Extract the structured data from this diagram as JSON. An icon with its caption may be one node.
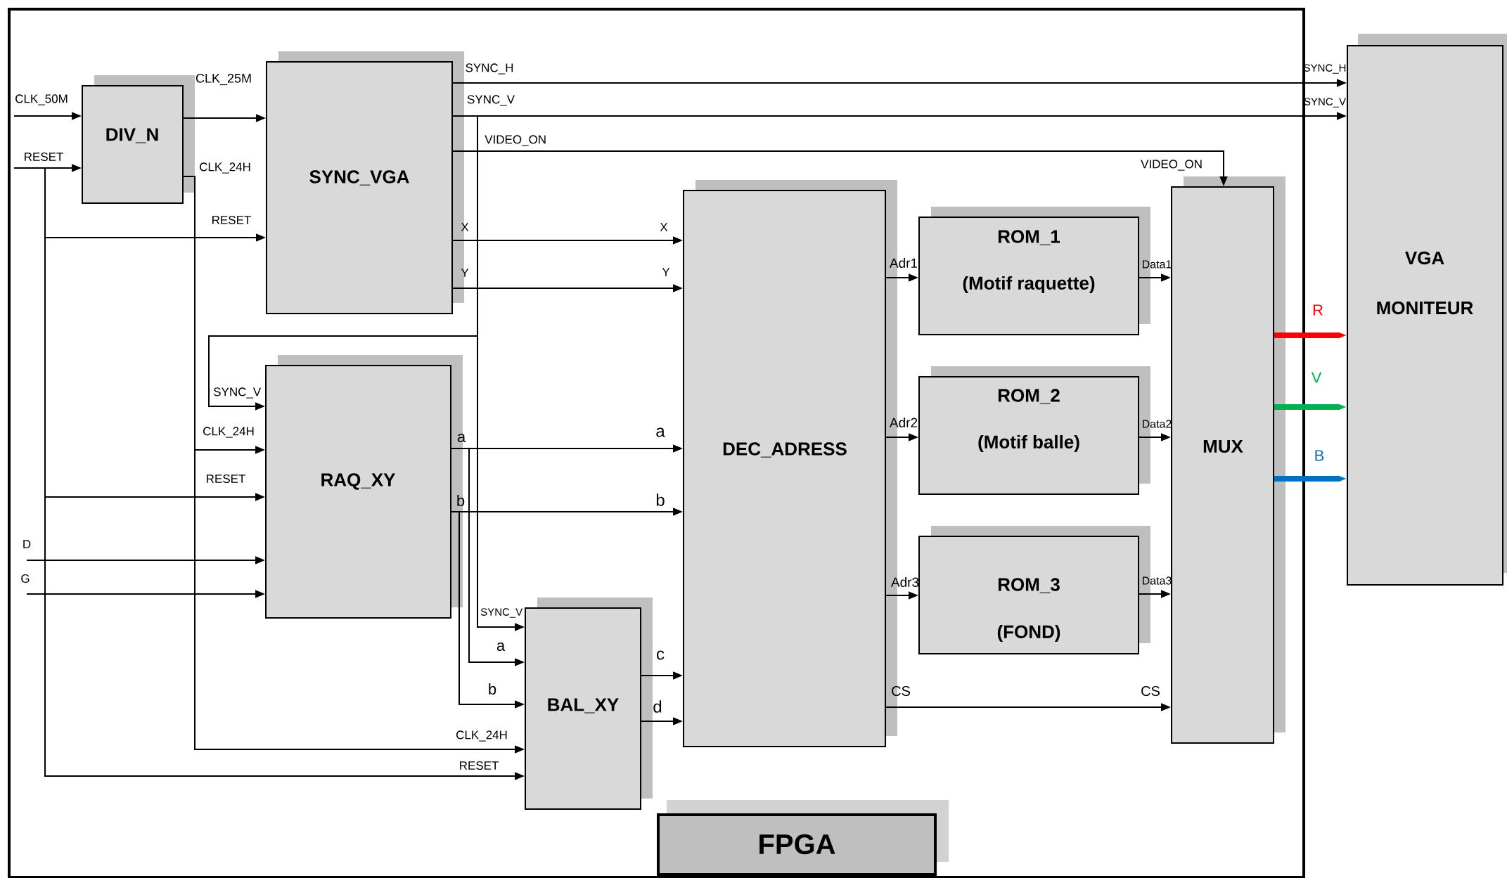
{
  "diagram": {
    "nodes": [
      {
        "text": [
          "FPGA"
        ]
      },
      {
        "text": [
          "DIV_N"
        ],
        "in": 0
      },
      {
        "text": [
          "SYNC_VGA"
        ],
        "in": 0
      },
      {
        "text": [
          "RAQ_XY"
        ],
        "in": 0
      },
      {
        "text": [
          "BAL_XY"
        ],
        "in": 0
      },
      {
        "text": [
          "DEC_ADRESS"
        ],
        "in": 0
      },
      {
        "text": [
          "ROM_1",
          "(Motif raquette)"
        ],
        "in": 0
      },
      {
        "text": [
          "ROM_2",
          "(Motif  balle)"
        ],
        "in": 0
      },
      {
        "text": [
          "ROM_3",
          "(FOND)"
        ],
        "in": 0
      },
      {
        "text": [
          "MUX"
        ],
        "in": 0
      },
      {
        "text": [
          "VGA",
          "MONITEUR"
        ]
      }
    ],
    "edges": [
      {
        "from": null,
        "to": 1,
        "arrow": "to",
        "label": "CLK_50M"
      },
      {
        "from": null,
        "to": 1,
        "arrow": "to",
        "label": "RESET"
      },
      {
        "from": null,
        "to": 2,
        "arrow": "to",
        "label": "RESET"
      },
      {
        "from": null,
        "to": 3,
        "arrow": "to",
        "label": "RESET"
      },
      {
        "from": null,
        "to": 4,
        "arrow": "to",
        "label": "RESET"
      },
      {
        "from": 1,
        "to": 2,
        "arrow": "to",
        "label": "CLK_25M"
      },
      {
        "from": 1,
        "to": 3,
        "arrow": "to",
        "label": "CLK_24H"
      },
      {
        "from": 1,
        "to": 4,
        "arrow": "to",
        "label": "CLK_24H"
      },
      {
        "from": 2,
        "to": 10,
        "arrow": "to",
        "label": "SYNC_H"
      },
      {
        "from": 2,
        "to": 10,
        "arrow": "to",
        "label": "SYNC_V"
      },
      {
        "from": 2,
        "to": 3,
        "arrow": "to",
        "label": "SYNC_V"
      },
      {
        "from": 2,
        "to": 4,
        "arrow": "to",
        "label": "SYNC_V"
      },
      {
        "from": 2,
        "to": 9,
        "arrow": "to",
        "label": "VIDEO_ON"
      },
      {
        "from": 2,
        "to": 5,
        "arrow": "to",
        "label": "X"
      },
      {
        "from": 2,
        "to": 5,
        "arrow": "to",
        "label": "Y"
      },
      {
        "from": null,
        "to": 3,
        "arrow": "to",
        "label": "D"
      },
      {
        "from": null,
        "to": 3,
        "arrow": "to",
        "label": "G"
      },
      {
        "from": 3,
        "to": 5,
        "arrow": "to",
        "label": "a"
      },
      {
        "from": 3,
        "to": 5,
        "arrow": "to",
        "label": "b"
      },
      {
        "from": 3,
        "to": 4,
        "arrow": "to",
        "label": "a"
      },
      {
        "from": 3,
        "to": 4,
        "arrow": "to",
        "label": "b"
      },
      {
        "from": 4,
        "to": 5,
        "arrow": "to",
        "label": "c"
      },
      {
        "from": 4,
        "to": 5,
        "arrow": "to",
        "label": "d"
      },
      {
        "from": 5,
        "to": 6,
        "arrow": "to",
        "label": "Adr1"
      },
      {
        "from": 5,
        "to": 7,
        "arrow": "to",
        "label": "Adr2"
      },
      {
        "from": 5,
        "to": 8,
        "arrow": "to",
        "label": "Adr3"
      },
      {
        "from": 6,
        "to": 9,
        "arrow": "to",
        "label": "Data1"
      },
      {
        "from": 7,
        "to": 9,
        "arrow": "to",
        "label": "Data2"
      },
      {
        "from": 8,
        "to": 9,
        "arrow": "to",
        "label": "Data3"
      },
      {
        "from": 5,
        "to": 9,
        "arrow": "to",
        "label": "CS"
      },
      {
        "from": 9,
        "to": 10,
        "arrow": "to",
        "label": "R",
        "style": "thick",
        "color": "#ff0000"
      },
      {
        "from": 9,
        "to": 10,
        "arrow": "to",
        "label": "V",
        "style": "thick",
        "color": "#00b050"
      },
      {
        "from": 9,
        "to": 10,
        "arrow": "to",
        "label": "B",
        "style": "thick",
        "color": "#0070c0"
      }
    ],
    "labels": [
      "SYNC_H",
      "CLK_24H",
      "SYNC_V",
      "VIDEO_ON",
      "X",
      "Y",
      "a",
      "b",
      "CS"
    ]
  }
}
